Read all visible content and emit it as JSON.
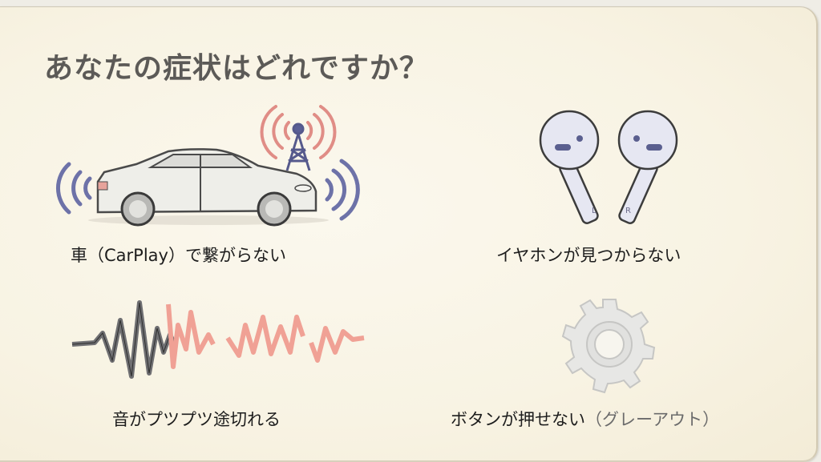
{
  "title": "あなたの症状はどれですか？",
  "options": [
    {
      "id": "car",
      "icon": "car-with-signal-icon",
      "label": "車（CarPlay）で繋がらない"
    },
    {
      "id": "earbuds",
      "icon": "earbuds-icon",
      "label": "イヤホンが見つからない"
    },
    {
      "id": "audio",
      "icon": "broken-sound-wave-icon",
      "label": "音がプツプツ途切れる"
    },
    {
      "id": "button",
      "icon": "grayed-gear-icon",
      "label": "ボタンが押せない",
      "label_suffix": "（グレーアウト）"
    }
  ],
  "earbud_marks": {
    "left": "L",
    "right": "R"
  },
  "colors": {
    "title": "#5c5a57",
    "signal_blue": "#6d72a8",
    "signal_red": "#e08d86",
    "wave_gray": "#6f6f72",
    "wave_red": "#f0a195",
    "gear_gray": "#d6d6d6",
    "paper": "#f8f3e3"
  }
}
